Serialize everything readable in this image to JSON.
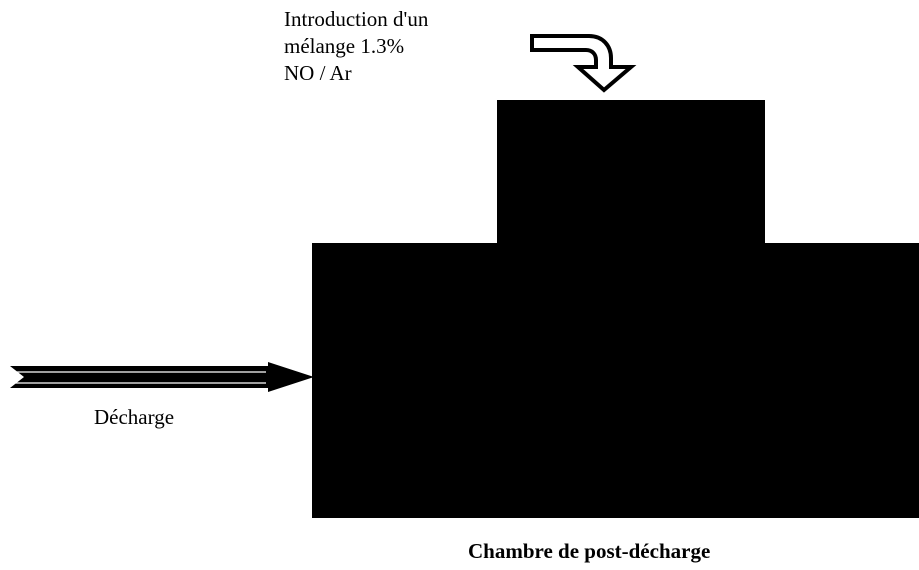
{
  "labels": {
    "intro_line1": "Introduction d'un",
    "intro_line2": "mélange 1.3%",
    "intro_line3": "NO / Ar",
    "decharge": "Décharge",
    "chambre": "Chambre de post-décharge"
  },
  "colors": {
    "fill": "#000000",
    "background": "#ffffff"
  },
  "icons": {
    "inlet_arrow": "curved-arrow-down-icon",
    "discharge_arrow": "arrow-right-icon"
  }
}
